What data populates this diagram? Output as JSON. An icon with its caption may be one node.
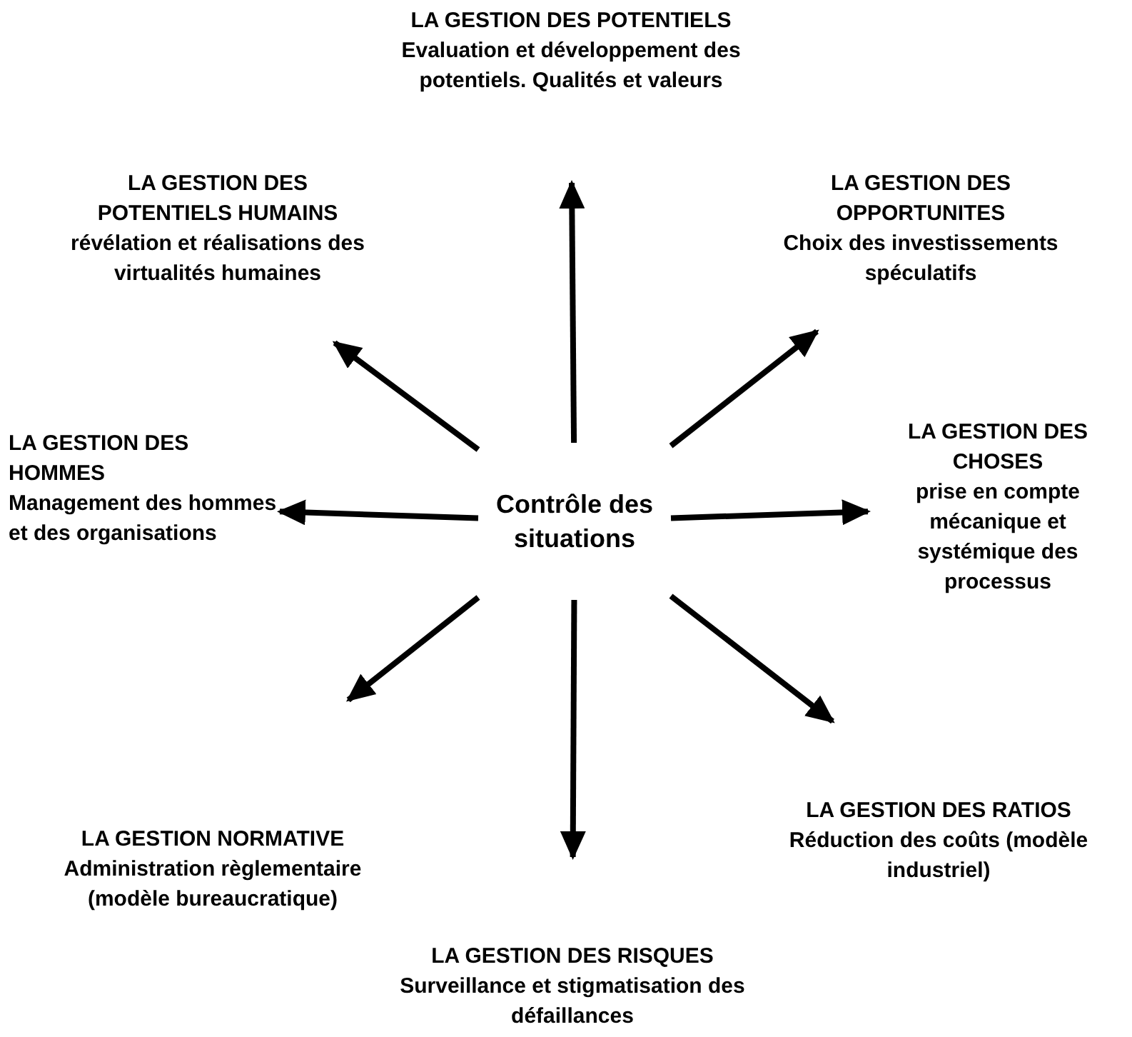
{
  "diagram": {
    "nodes": [
      {
        "text": [
          "Contrôle des situations"
        ]
      },
      {
        "text": [
          "LA GESTION DES POTENTIELS",
          "Evaluation et développement des potentiels. Qualités et valeurs"
        ]
      },
      {
        "text": [
          "LA GESTION DES POTENTIELS HUMAINS",
          "révélation et réalisations des virtualités humaines"
        ]
      },
      {
        "text": [
          "LA GESTION DES OPPORTUNITES",
          "Choix des investissements spéculatifs"
        ]
      },
      {
        "text": [
          "LA GESTION DES HOMMES",
          "Management des hommes et des organisations"
        ]
      },
      {
        "text": [
          "LA GESTION DES CHOSES",
          "prise en compte mécanique et systémique des processus"
        ]
      },
      {
        "text": [
          "LA GESTION NORMATIVE",
          "Administration règlementaire (modèle bureaucratique)"
        ]
      },
      {
        "text": [
          "LA GESTION DES RATIOS",
          "Réduction des coûts (modèle industriel)"
        ]
      },
      {
        "text": [
          "LA GESTION DES RISQUES",
          "Surveillance et stigmatisation des défaillances"
        ]
      }
    ],
    "edges": [
      {
        "from": 0,
        "to": 1,
        "arrow": "to"
      },
      {
        "from": 0,
        "to": 2,
        "arrow": "to"
      },
      {
        "from": 0,
        "to": 3,
        "arrow": "to"
      },
      {
        "from": 0,
        "to": 4,
        "arrow": "to"
      },
      {
        "from": 0,
        "to": 5,
        "arrow": "to"
      },
      {
        "from": 0,
        "to": 6,
        "arrow": "to"
      },
      {
        "from": 0,
        "to": 7,
        "arrow": "to"
      },
      {
        "from": 0,
        "to": 8,
        "arrow": "to"
      }
    ]
  }
}
